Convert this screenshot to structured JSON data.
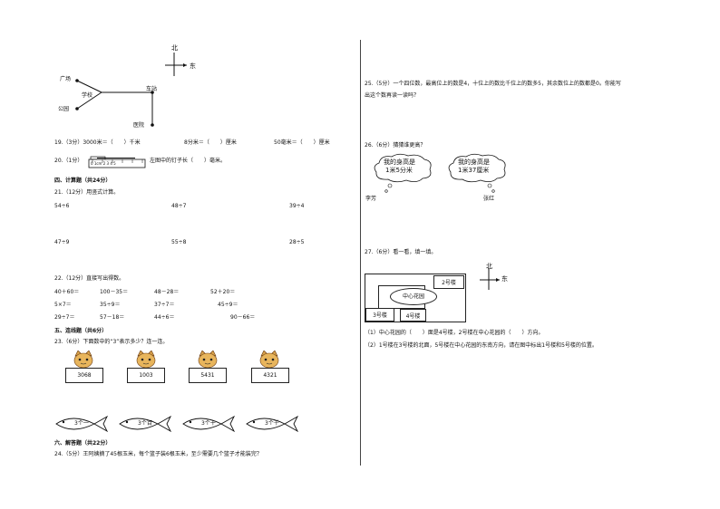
{
  "left": {
    "compass_north": "北",
    "compass_east": "东",
    "map_labels": {
      "guangchang": "广场",
      "xuexiao": "学校",
      "chezhan": "车站",
      "gongyuan": "公园",
      "yiyuan": "医院"
    },
    "q19": {
      "num": "19.（3分）3000米＝（　　）千米",
      "b": "8分米＝（　　）厘米",
      "c": "50毫米＝（　　）厘米"
    },
    "q20": {
      "num": "20.（1分）",
      "text": "左图中的钉子长（　　）毫米。",
      "ruler": "0  1cm 2  3  4  5"
    },
    "sec4": "四、计算题（共24分）",
    "q21": {
      "title": "21.（12分）用竖式计算。",
      "items": [
        "54÷6",
        "48÷7",
        "39÷4",
        "47÷9",
        "55÷8",
        "28÷5"
      ]
    },
    "q22": {
      "title": "22.（12分）直接写出得数。",
      "rows": [
        [
          "40＋60＝",
          "100－35＝",
          "48－28＝",
          "52＋20＝"
        ],
        [
          "5×7＝",
          "35÷9＝",
          "37÷7＝",
          "45÷9＝"
        ],
        [
          "29÷7＝",
          "57－18＝",
          "44÷6＝",
          "90－66＝"
        ]
      ]
    },
    "sec5": "五、连线题（共6分）",
    "q23": {
      "title": "23.（6分）下面数中的“3”表示多少？连一连。",
      "cards": [
        "3068",
        "1003",
        "5431",
        "4321"
      ],
      "fish": [
        "3个一",
        "3个百",
        "3个十",
        "3个千"
      ]
    },
    "sec6": "六、解答题（共22分）",
    "q24": "24.（5分）王阿姨摘了45根玉米，每个篮子装6根玉米，至少需要几个篮子才能装完？"
  },
  "right": {
    "q25": {
      "line1": "25.（5分）一个四位数，最高位上的数是4，十位上的数比千位上的数多5，其余数位上的数都是0。你能写",
      "line2": "出这个数再读一读吗？"
    },
    "q26": {
      "title": "26.（6分）猜猜谁更高？",
      "cloud1": "我的身高是",
      "cloud1b": "1米5分米",
      "cloud2": "我的身高是",
      "cloud2b": "1米37厘米",
      "name1": "李芳",
      "name2": "张红"
    },
    "q27": {
      "title": "27.（6分）看一看，填一填。",
      "compass_north": "北",
      "compass_east": "东",
      "garden": "中心花园",
      "b2": "2号楼",
      "b3": "3号楼",
      "b4": "4号楼",
      "p1": "（1）中心花园的（　　）面是4号楼，2号楼在中心花园的（　　）方向。",
      "p2": "（2）1号楼在3号楼的北面，5号楼在中心花园的东南方向，请在图中标出1号楼和5号楼的位置。"
    }
  }
}
